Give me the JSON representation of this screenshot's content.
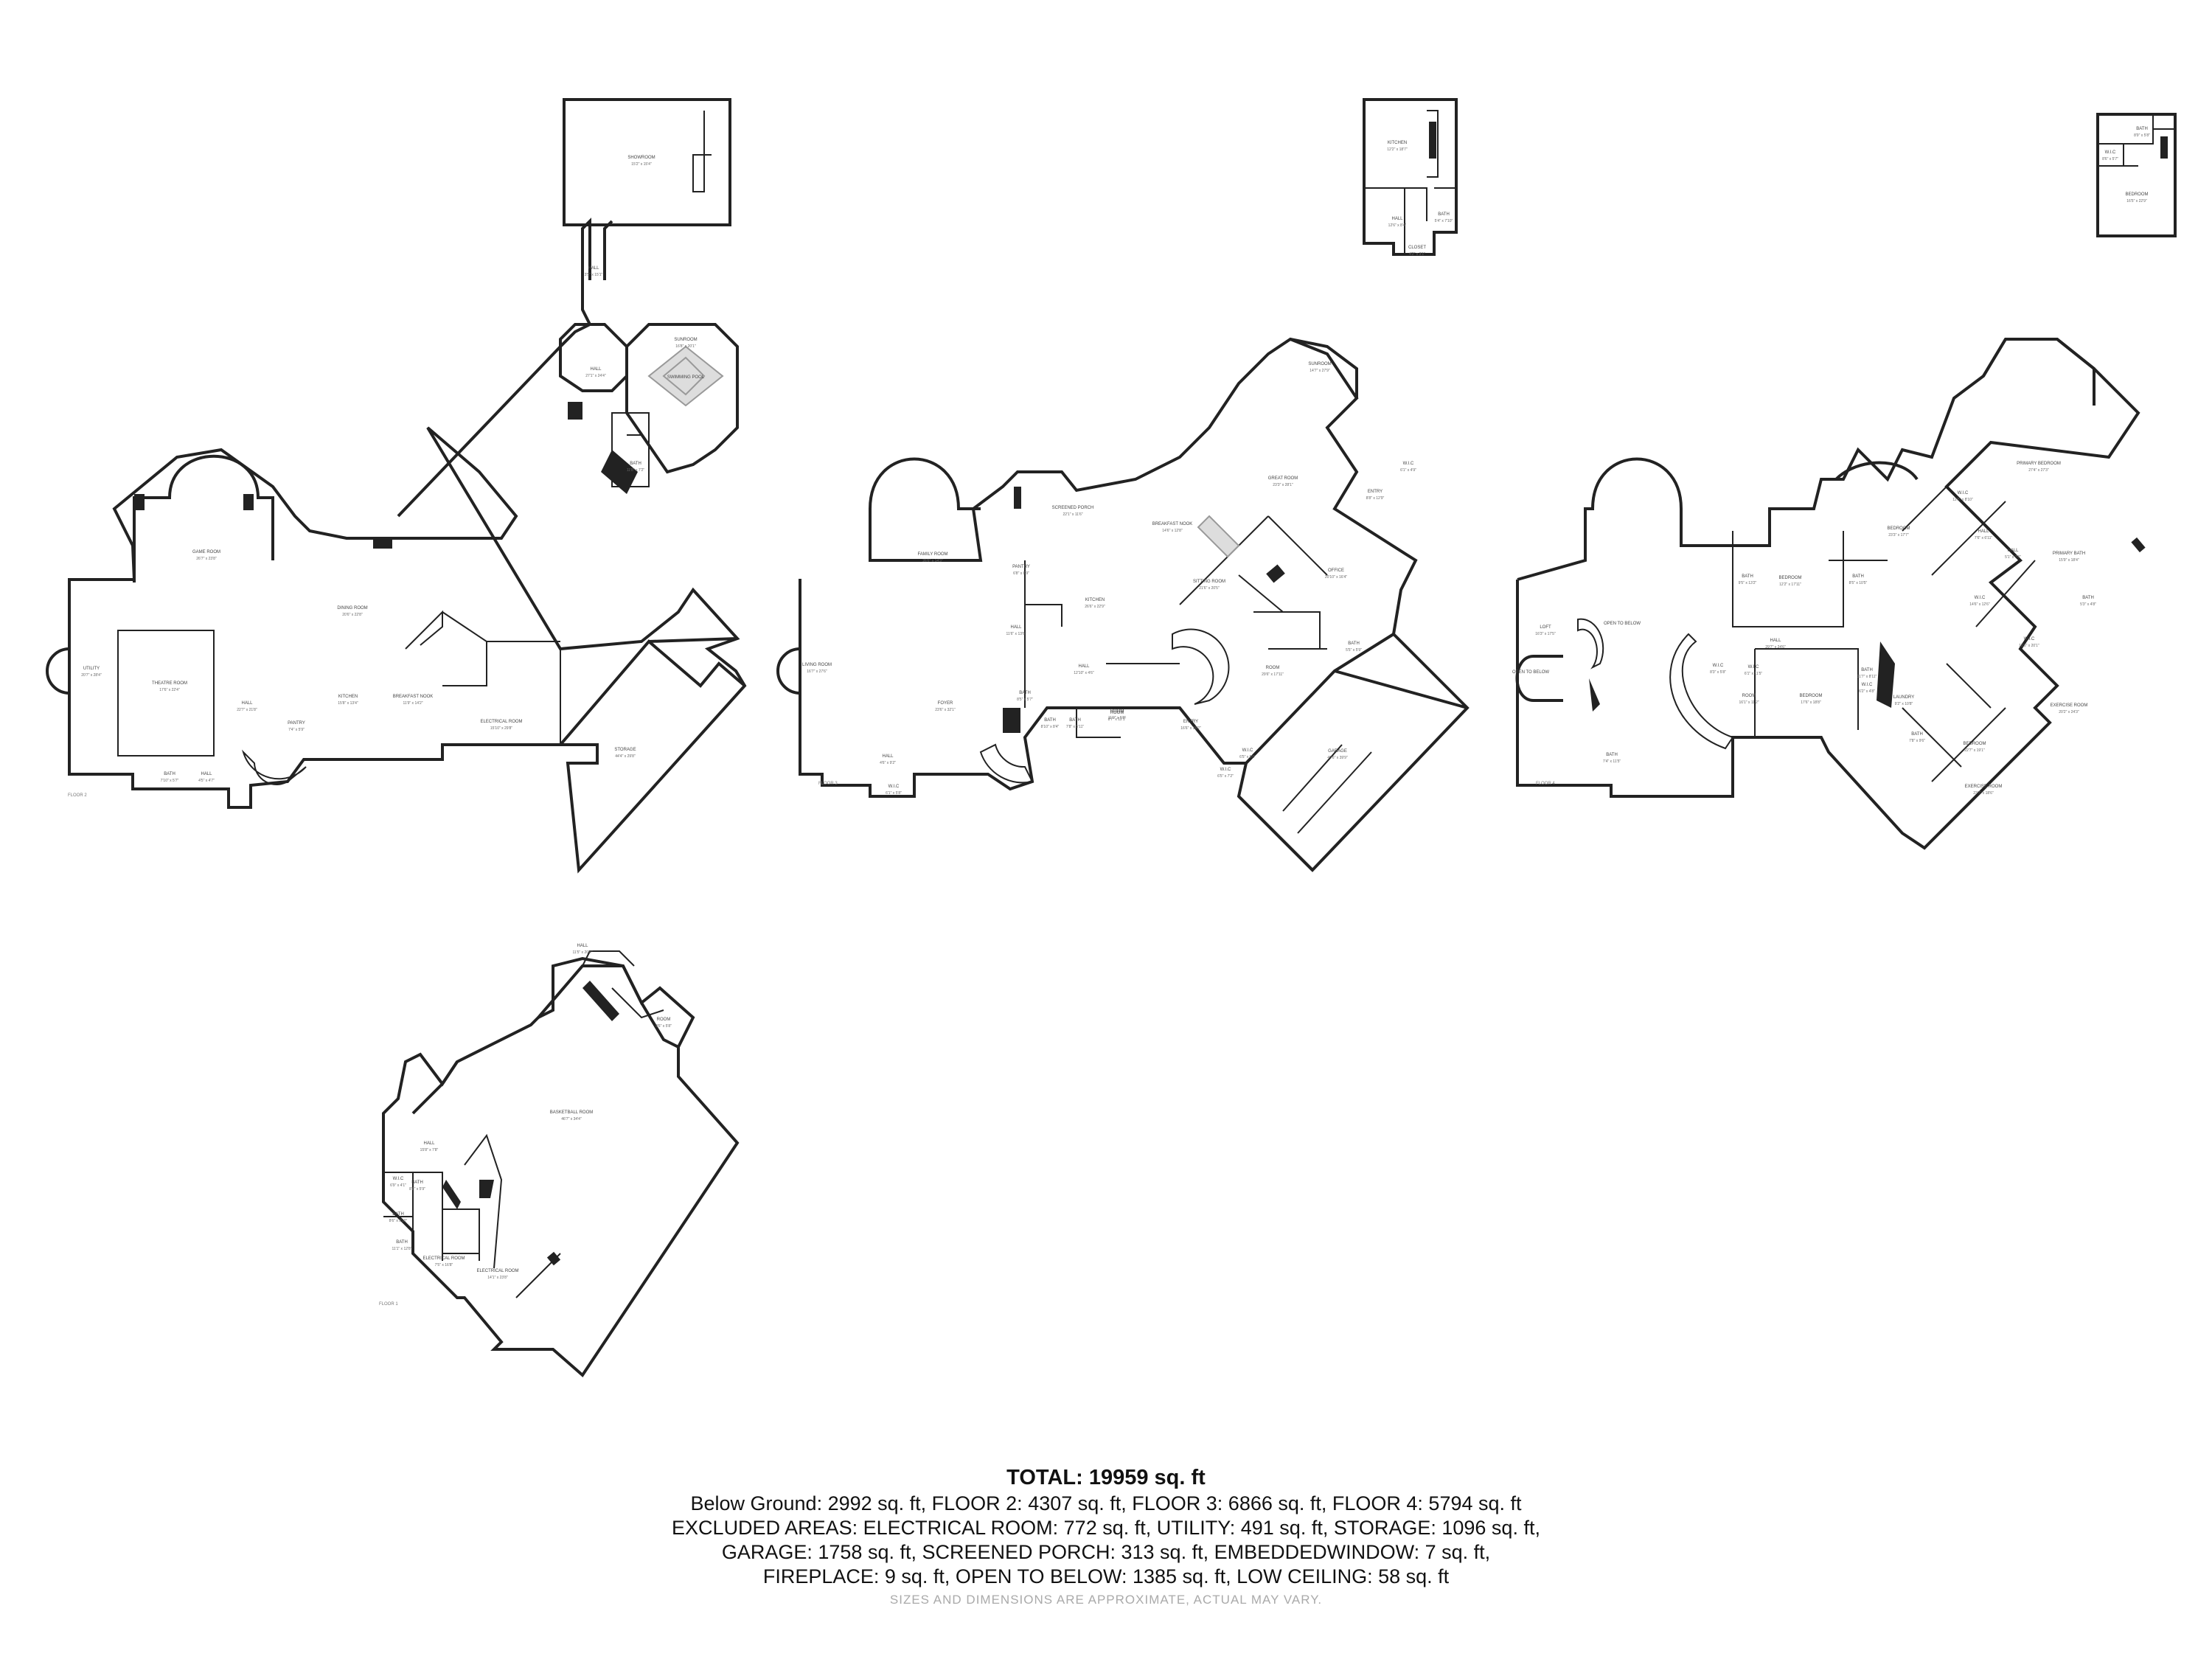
{
  "rooms": {
    "floor1": [
      {
        "name": "SHOWROOM",
        "dim": "15'2\" x 15'4\""
      },
      {
        "name": "HALL",
        "dim": "3'5\" x 15'1\""
      },
      {
        "name": "SUNROOM",
        "dim": "16'8\" x 20'1\""
      },
      {
        "name": "SWIMMING POOL",
        "dim": ""
      },
      {
        "name": "HALL",
        "dim": "27'1\" x 24'4\""
      },
      {
        "name": "BATH",
        "dim": "11'8\" x 7'2\""
      },
      {
        "name": "GAME ROOM",
        "dim": "26'7\" x 23'8\""
      },
      {
        "name": "DINING ROOM",
        "dim": "20'6\" x 22'8\""
      },
      {
        "name": "UTILITY",
        "dim": "20'7\" x 28'4\""
      },
      {
        "name": "THEATRE ROOM",
        "dim": "17'6\" x 22'4\""
      },
      {
        "name": "HALL",
        "dim": "22'7\" x 21'8\""
      },
      {
        "name": "KITCHEN",
        "dim": "15'8\" x 13'4\""
      },
      {
        "name": "BREAKFAST NOOK",
        "dim": "11'9\" x 14'2\""
      },
      {
        "name": "PANTRY",
        "dim": "7'4\" x 5'9\""
      },
      {
        "name": "ELECTRICAL ROOM",
        "dim": "15'10\" x 29'8\""
      },
      {
        "name": "STORAGE",
        "dim": "44'4\" x 29'8\""
      },
      {
        "name": "BATH",
        "dim": "7'10\" x 5'7\""
      },
      {
        "name": "HALL",
        "dim": "4'5\" x 4'7\""
      },
      {
        "name": "FLOOR 2",
        "dim": ""
      }
    ],
    "floor2": [
      {
        "name": "FAMILY ROOM",
        "dim": "26'6\" x 14'3\""
      },
      {
        "name": "SCREENED PORCH",
        "dim": "22'1\" x 11'6\""
      },
      {
        "name": "BREAKFAST NOOK",
        "dim": "14'6\" x 12'8\""
      },
      {
        "name": "GREAT ROOM",
        "dim": "23'3\" x 28'1\""
      },
      {
        "name": "SUNROOM",
        "dim": "14'7\" x 27'9\""
      },
      {
        "name": "W.I.C",
        "dim": "6'1\" x 4'9\""
      },
      {
        "name": "ENTRY",
        "dim": "8'8\" x 12'9\""
      },
      {
        "name": "PANTRY",
        "dim": "6'8\" x 8'9\""
      },
      {
        "name": "KITCHEN",
        "dim": "26'6\" x 22'9\""
      },
      {
        "name": "SITTING ROOM",
        "dim": "21'6\" x 20'5\""
      },
      {
        "name": "OFFICE",
        "dim": "20'10\" x 16'4\""
      },
      {
        "name": "HALL",
        "dim": "11'6\" x 13'6\""
      },
      {
        "name": "LIVING ROOM",
        "dim": "16'7\" x 27'6\""
      },
      {
        "name": "FOYER",
        "dim": "23'6\" x 32'1\""
      },
      {
        "name": "HALL",
        "dim": "12'10\" x 4'6\""
      },
      {
        "name": "BATH",
        "dim": "5'5\" x 5'9\""
      },
      {
        "name": "ROOM",
        "dim": "29'6\" x 17'11\""
      },
      {
        "name": "BATH",
        "dim": "8'5\" x 5'7\""
      },
      {
        "name": "ROOM",
        "dim": "11'9\" x 5'9\""
      },
      {
        "name": "BATH",
        "dim": "8'10\" x 8'4\""
      },
      {
        "name": "BATH",
        "dim": "7'8\" x 5'11\""
      },
      {
        "name": "ROOM",
        "dim": "8'7\" x 12'1\""
      },
      {
        "name": "ENTRY",
        "dim": "16'6\" x 18'2\""
      },
      {
        "name": "HALL",
        "dim": "4'6\" x 9'2\""
      },
      {
        "name": "W.I.C",
        "dim": "6'1\" x 5'8\""
      },
      {
        "name": "W.I.C",
        "dim": "6'5\" x 5'6\""
      },
      {
        "name": "GARAGE",
        "dim": "40'6\" x 39'9\""
      },
      {
        "name": "W.I.C",
        "dim": "6'5\" x 7'2\""
      },
      {
        "name": "FLOOR 3",
        "dim": ""
      }
    ],
    "floor3_upper": [
      {
        "name": "KITCHEN",
        "dim": "12'2\" x 18'7\""
      },
      {
        "name": "HALL",
        "dim": "12'6\" x 8'4\""
      },
      {
        "name": "BATH",
        "dim": "5'4\" x 7'10\""
      },
      {
        "name": "CLOSET",
        "dim": "4'2\" x 3'1\""
      }
    ],
    "floor4_upper": [
      {
        "name": "BATH",
        "dim": "8'9\" x 5'8\""
      },
      {
        "name": "W.I.C",
        "dim": "8'6\" x 5'7\""
      },
      {
        "name": "BEDROOM",
        "dim": "16'5\" x 22'9\""
      }
    ],
    "floor4": [
      {
        "name": "PRIMARY BEDROOM",
        "dim": "27'4\" x 27'3\""
      },
      {
        "name": "W.I.C",
        "dim": "12'5\" x 8'10\""
      },
      {
        "name": "BEDROOM",
        "dim": "23'3\" x 17'7\""
      },
      {
        "name": "HALL",
        "dim": "7'6\" x 6'11\""
      },
      {
        "name": "PRIMARY BATH",
        "dim": "15'9\" x 18'4\""
      },
      {
        "name": "BEDROOM",
        "dim": "12'2\" x 17'11\""
      },
      {
        "name": "BATH",
        "dim": "9'5\" x 13'2\""
      },
      {
        "name": "BATH",
        "dim": "8'5\" x 10'5\""
      },
      {
        "name": "HALL",
        "dim": "5'1\" x 7'6\""
      },
      {
        "name": "BATH",
        "dim": "5'3\" x 4'8\""
      },
      {
        "name": "W.I.C",
        "dim": "14'6\" x 12'6\""
      },
      {
        "name": "W.I.C",
        "dim": "15'6\" x 20'1\""
      },
      {
        "name": "LOFT",
        "dim": "16'3\" x 17'5\""
      },
      {
        "name": "OPEN TO BELOW",
        "dim": ""
      },
      {
        "name": "OPEN TO BELOW",
        "dim": ""
      },
      {
        "name": "HALL",
        "dim": "29'7\" x 24'6\""
      },
      {
        "name": "W.I.C",
        "dim": "8'3\" x 5'8\""
      },
      {
        "name": "W.I.C",
        "dim": "6'1\" x 11'5\""
      },
      {
        "name": "ROOM",
        "dim": "16'1\" x 11'2\""
      },
      {
        "name": "BEDROOM",
        "dim": "17'6\" x 18'8\""
      },
      {
        "name": "BATH",
        "dim": "11'7\" x 8'11\""
      },
      {
        "name": "W.I.C",
        "dim": "6'2\" x 4'8\""
      },
      {
        "name": "LAUNDRY",
        "dim": "9'2\" x 10'8\""
      },
      {
        "name": "EXERCISE ROOM",
        "dim": "20'2\" x 24'3\""
      },
      {
        "name": "BATH",
        "dim": "7'8\" x 9'6\""
      },
      {
        "name": "BEDROOM",
        "dim": "22'7\" x 19'1\""
      },
      {
        "name": "BATH",
        "dim": "7'4\" x 11'5\""
      },
      {
        "name": "EXERCISE ROOM",
        "dim": "23'7\" x 18'6\""
      },
      {
        "name": "FLOOR 4",
        "dim": ""
      }
    ],
    "below_ground": [
      {
        "name": "HALL",
        "dim": "11'5\" x 20'4\""
      },
      {
        "name": "ROOM",
        "dim": "9'6\" x 5'8\""
      },
      {
        "name": "BASKETBALL ROOM",
        "dim": "46'7\" x 34'4\""
      },
      {
        "name": "HALL",
        "dim": "15'8\" x 7'8\""
      },
      {
        "name": "W.I.C",
        "dim": "6'9\" x 4'1\""
      },
      {
        "name": "BATH",
        "dim": "8'8\" x 5'9\""
      },
      {
        "name": "BATH",
        "dim": "8'6\" x 5'10\""
      },
      {
        "name": "BATH",
        "dim": "11'1\" x 12'8\""
      },
      {
        "name": "ELECTRICAL ROOM",
        "dim": "7'5\" x 16'8\""
      },
      {
        "name": "ELECTRICAL ROOM",
        "dim": "14'1\" x 23'8\""
      },
      {
        "name": "FLOOR 1",
        "dim": ""
      }
    ]
  },
  "summary": {
    "total": "TOTAL: 19959 sq. ft",
    "line1": "Below Ground: 2992 sq. ft, FLOOR 2: 4307 sq. ft, FLOOR 3: 6866 sq. ft, FLOOR 4: 5794 sq. ft",
    "line2": "EXCLUDED AREAS: ELECTRICAL ROOM: 772 sq. ft, UTILITY: 491 sq. ft, STORAGE: 1096 sq. ft,",
    "line3": "GARAGE: 1758 sq. ft, SCREENED PORCH: 313 sq. ft, EMBEDDEDWINDOW: 7 sq. ft,",
    "line4": "FIREPLACE: 9 sq. ft, OPEN TO BELOW: 1385 sq. ft, LOW CEILING: 58 sq. ft",
    "disclaimer": "SIZES AND DIMENSIONS ARE APPROXIMATE, ACTUAL MAY VARY."
  }
}
